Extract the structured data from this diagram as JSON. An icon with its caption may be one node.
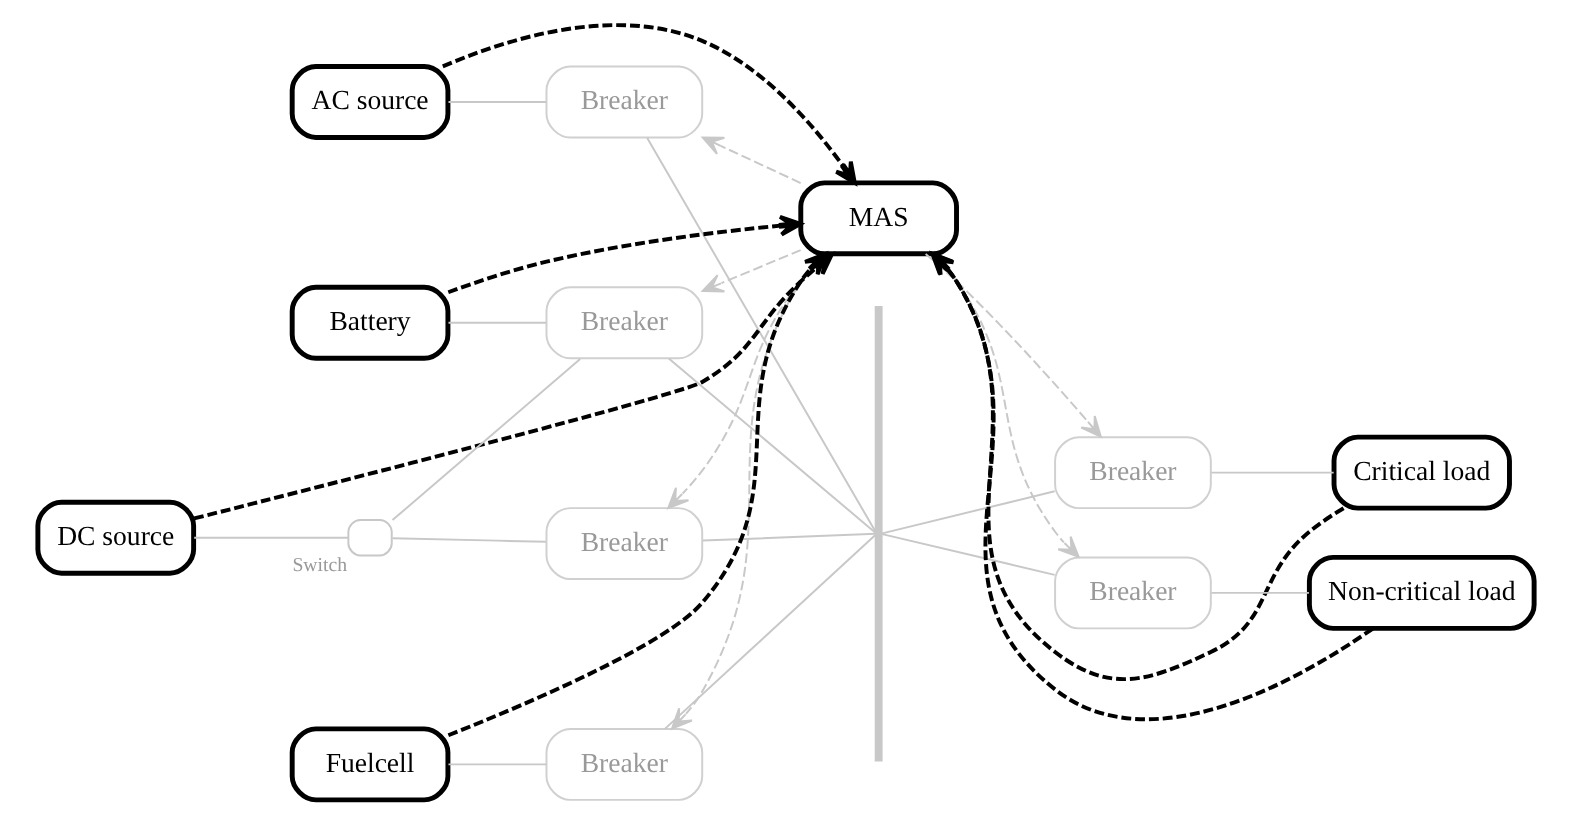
{
  "diagram": {
    "nodes": [
      {
        "text": [
          "MAS"
        ]
      },
      {
        "text": [
          "AC source"
        ]
      },
      {
        "text": [
          "Breaker"
        ]
      },
      {
        "text": [
          "DC source"
        ]
      },
      {
        "text": [],
        "shape": "box",
        "beside": [
          "Switch"
        ]
      },
      {
        "text": [
          "Breaker"
        ]
      },
      {
        "text": [
          "Battery"
        ]
      },
      {
        "text": [
          "Breaker"
        ]
      },
      {
        "text": [
          "Fuelcell"
        ]
      },
      {
        "text": [
          "Breaker"
        ]
      },
      {
        "text": [],
        "shape": "bar"
      },
      {
        "text": [
          "Breaker"
        ]
      },
      {
        "text": [
          "Critical load"
        ]
      },
      {
        "text": [
          "Breaker"
        ]
      },
      {
        "text": [
          "Non-critical load"
        ]
      }
    ],
    "edges": [
      {
        "from": 1,
        "to": 0,
        "arrow": "to",
        "style": "dashed",
        "color": "#000000"
      },
      {
        "from": 3,
        "to": 0,
        "arrow": "to",
        "style": "dashed",
        "color": "#000000"
      },
      {
        "from": 6,
        "to": 0,
        "arrow": "to",
        "style": "dashed",
        "color": "#000000"
      },
      {
        "from": 8,
        "to": 0,
        "arrow": "to",
        "style": "dashed",
        "color": "#000000"
      },
      {
        "from": 12,
        "to": 0,
        "arrow": "to",
        "style": "dashed",
        "color": "#000000"
      },
      {
        "from": 14,
        "to": 0,
        "arrow": "to",
        "style": "dashed",
        "color": "#000000"
      },
      {
        "from": 0,
        "to": 2,
        "arrow": "to",
        "style": "dashed",
        "color": "#c8c8c8"
      },
      {
        "from": 0,
        "to": 5,
        "arrow": "to",
        "style": "dashed",
        "color": "#c8c8c8"
      },
      {
        "from": 0,
        "to": 7,
        "arrow": "to",
        "style": "dashed",
        "color": "#c8c8c8"
      },
      {
        "from": 0,
        "to": 9,
        "arrow": "to",
        "style": "dashed",
        "color": "#c8c8c8"
      },
      {
        "from": 0,
        "to": 11,
        "arrow": "to",
        "style": "dashed",
        "color": "#c8c8c8"
      },
      {
        "from": 0,
        "to": 13,
        "arrow": "to",
        "style": "dashed",
        "color": "#c8c8c8"
      },
      {
        "from": 1,
        "to": 2,
        "arrow": "none"
      },
      {
        "from": 3,
        "to": 4,
        "arrow": "none"
      },
      {
        "from": 4,
        "to": 5,
        "arrow": "none"
      },
      {
        "from": 4,
        "to": 7,
        "arrow": "none"
      },
      {
        "from": 6,
        "to": 7,
        "arrow": "none"
      },
      {
        "from": 8,
        "to": 9,
        "arrow": "none"
      },
      {
        "from": 2,
        "to": 10,
        "arrow": "none"
      },
      {
        "from": 5,
        "to": 10,
        "arrow": "none"
      },
      {
        "from": 7,
        "to": 10,
        "arrow": "none"
      },
      {
        "from": 9,
        "to": 10,
        "arrow": "none"
      },
      {
        "from": 10,
        "to": 11,
        "arrow": "none"
      },
      {
        "from": 10,
        "to": 13,
        "arrow": "none"
      },
      {
        "from": 11,
        "to": 12,
        "arrow": "none"
      },
      {
        "from": 13,
        "to": 14,
        "arrow": "none"
      }
    ]
  }
}
